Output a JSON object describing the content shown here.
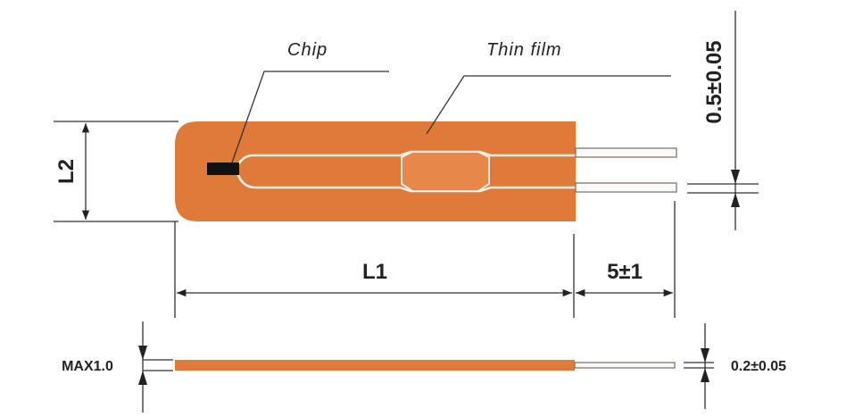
{
  "labels": {
    "chip": "Chip",
    "thin_film": "Thin film"
  },
  "dimensions": {
    "l1": "L1",
    "l2": "L2",
    "lead_length": "5±1",
    "lead_width": "0.5±0.05",
    "max_thickness": "MAX1.0",
    "lead_thickness": "0.2±0.05"
  },
  "colors": {
    "film": "#e07a38",
    "chip": "#111111",
    "lines": "#333333"
  }
}
